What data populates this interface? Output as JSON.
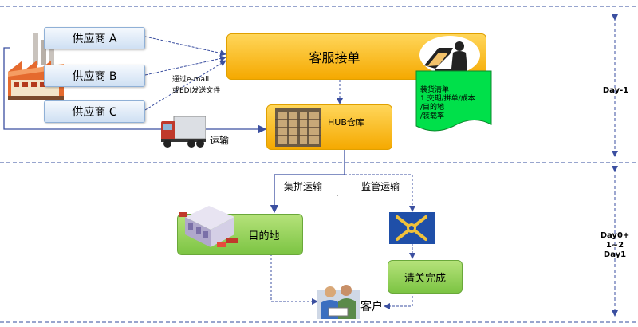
{
  "suppliers": [
    {
      "label": "供应商 A"
    },
    {
      "label": "供应商 B"
    },
    {
      "label": "供应商 C"
    }
  ],
  "edi_note": [
    "通过e-mail",
    "或EDI发送文件"
  ],
  "customer_service": "客服接单",
  "packing_list": [
    "装货清单",
    "1.交期/拼单/成本",
    "/目的地",
    "/装载率"
  ],
  "hub": "HUB仓库",
  "transport": "运输",
  "consolidated_transport": "集拼运输",
  "supervised_transport": "监管运输",
  "destination": "目的地",
  "customs_cleared": "清关完成",
  "customer": "客户",
  "day_labels": {
    "top": "Day-1",
    "bottom": [
      "Day0+",
      "1~2",
      "Day1"
    ]
  },
  "colors": {
    "divider": "#5a6fb0",
    "connector": "#3b4fa0",
    "orange": "#f5a900",
    "green": "#7cc443",
    "packing": "#00e04a"
  }
}
